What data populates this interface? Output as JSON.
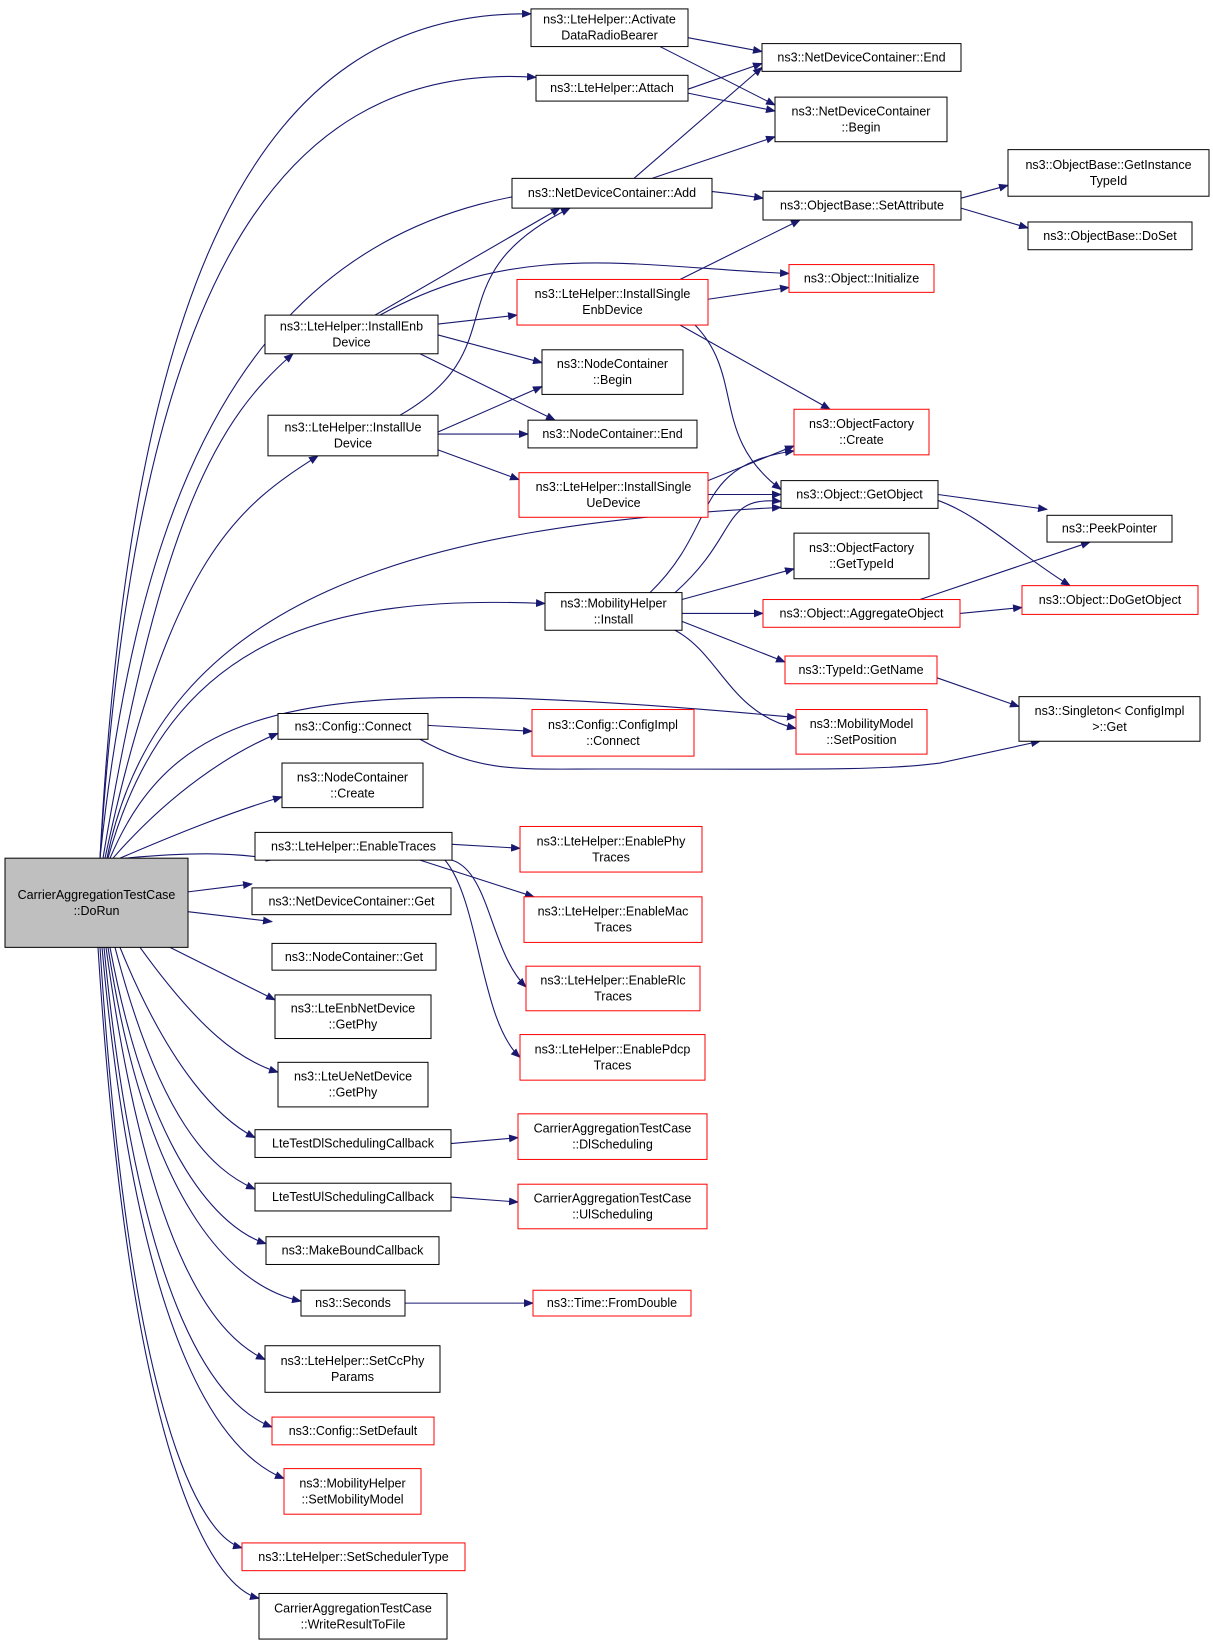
{
  "graph": {
    "colors": {
      "edge": "#191970",
      "root_fill": "#bfbfbf",
      "complete_border": "#000000",
      "incomplete_border": "#ff0000"
    },
    "nodes": [
      {
        "id": "root",
        "lines": [
          "CarrierAggregationTestCase",
          "::DoRun"
        ],
        "style": "root"
      },
      {
        "id": "activate",
        "lines": [
          "ns3::LteHelper::Activate",
          "DataRadioBearer"
        ],
        "style": "normal"
      },
      {
        "id": "attach",
        "lines": [
          "ns3::LteHelper::Attach"
        ],
        "style": "normal"
      },
      {
        "id": "ndc_end",
        "lines": [
          "ns3::NetDeviceContainer::End"
        ],
        "style": "normal"
      },
      {
        "id": "ndc_begin",
        "lines": [
          "ns3::NetDeviceContainer",
          "::Begin"
        ],
        "style": "normal"
      },
      {
        "id": "ndc_add",
        "lines": [
          "ns3::NetDeviceContainer::Add"
        ],
        "style": "normal"
      },
      {
        "id": "ob_setattr",
        "lines": [
          "ns3::ObjectBase::SetAttribute"
        ],
        "style": "normal"
      },
      {
        "id": "ob_getinst",
        "lines": [
          "ns3::ObjectBase::GetInstance",
          "TypeId"
        ],
        "style": "normal"
      },
      {
        "id": "ob_doset",
        "lines": [
          "ns3::ObjectBase::DoSet"
        ],
        "style": "normal"
      },
      {
        "id": "obj_init",
        "lines": [
          "ns3::Object::Initialize"
        ],
        "style": "incomplete"
      },
      {
        "id": "install_enb",
        "lines": [
          "ns3::LteHelper::InstallEnb",
          "Device"
        ],
        "style": "normal"
      },
      {
        "id": "install_single_enb",
        "lines": [
          "ns3::LteHelper::InstallSingle",
          "EnbDevice"
        ],
        "style": "incomplete"
      },
      {
        "id": "nc_begin",
        "lines": [
          "ns3::NodeContainer",
          "::Begin"
        ],
        "style": "normal"
      },
      {
        "id": "install_ue",
        "lines": [
          "ns3::LteHelper::InstallUe",
          "Device"
        ],
        "style": "normal"
      },
      {
        "id": "nc_end",
        "lines": [
          "ns3::NodeContainer::End"
        ],
        "style": "normal"
      },
      {
        "id": "of_create",
        "lines": [
          "ns3::ObjectFactory",
          "::Create"
        ],
        "style": "incomplete"
      },
      {
        "id": "install_single_ue",
        "lines": [
          "ns3::LteHelper::InstallSingle",
          "UeDevice"
        ],
        "style": "incomplete"
      },
      {
        "id": "obj_getobj",
        "lines": [
          "ns3::Object::GetObject"
        ],
        "style": "normal"
      },
      {
        "id": "peek",
        "lines": [
          "ns3::PeekPointer"
        ],
        "style": "normal"
      },
      {
        "id": "of_gettypeid",
        "lines": [
          "ns3::ObjectFactory",
          "::GetTypeId"
        ],
        "style": "normal"
      },
      {
        "id": "mob_install",
        "lines": [
          "ns3::MobilityHelper",
          "::Install"
        ],
        "style": "normal"
      },
      {
        "id": "obj_aggr",
        "lines": [
          "ns3::Object::AggregateObject"
        ],
        "style": "incomplete"
      },
      {
        "id": "obj_dogetobj",
        "lines": [
          "ns3::Object::DoGetObject"
        ],
        "style": "incomplete"
      },
      {
        "id": "typeid_getname",
        "lines": [
          "ns3::TypeId::GetName"
        ],
        "style": "incomplete"
      },
      {
        "id": "singleton",
        "lines": [
          "ns3::Singleton< ConfigImpl",
          ">::Get"
        ],
        "style": "normal"
      },
      {
        "id": "cfg_connect",
        "lines": [
          "ns3::Config::Connect"
        ],
        "style": "normal"
      },
      {
        "id": "cfgimpl_connect",
        "lines": [
          "ns3::Config::ConfigImpl",
          "::Connect"
        ],
        "style": "incomplete"
      },
      {
        "id": "mm_setpos",
        "lines": [
          "ns3::MobilityModel",
          "::SetPosition"
        ],
        "style": "incomplete"
      },
      {
        "id": "nc_create",
        "lines": [
          "ns3::NodeContainer",
          "::Create"
        ],
        "style": "normal"
      },
      {
        "id": "enable_traces",
        "lines": [
          "ns3::LteHelper::EnableTraces"
        ],
        "style": "normal"
      },
      {
        "id": "enable_phy",
        "lines": [
          "ns3::LteHelper::EnablePhy",
          "Traces"
        ],
        "style": "incomplete"
      },
      {
        "id": "enable_mac",
        "lines": [
          "ns3::LteHelper::EnableMac",
          "Traces"
        ],
        "style": "incomplete"
      },
      {
        "id": "enable_rlc",
        "lines": [
          "ns3::LteHelper::EnableRlc",
          "Traces"
        ],
        "style": "incomplete"
      },
      {
        "id": "enable_pdcp",
        "lines": [
          "ns3::LteHelper::EnablePdcp",
          "Traces"
        ],
        "style": "incomplete"
      },
      {
        "id": "ndc_get",
        "lines": [
          "ns3::NetDeviceContainer::Get"
        ],
        "style": "normal"
      },
      {
        "id": "nc_get",
        "lines": [
          "ns3::NodeContainer::Get"
        ],
        "style": "normal"
      },
      {
        "id": "enb_getphy",
        "lines": [
          "ns3::LteEnbNetDevice",
          "::GetPhy"
        ],
        "style": "normal"
      },
      {
        "id": "ue_getphy",
        "lines": [
          "ns3::LteUeNetDevice",
          "::GetPhy"
        ],
        "style": "normal"
      },
      {
        "id": "dl_cb",
        "lines": [
          "LteTestDlSchedulingCallback"
        ],
        "style": "normal"
      },
      {
        "id": "dl_sched",
        "lines": [
          "CarrierAggregationTestCase",
          "::DlScheduling"
        ],
        "style": "incomplete"
      },
      {
        "id": "ul_cb",
        "lines": [
          "LteTestUlSchedulingCallback"
        ],
        "style": "normal"
      },
      {
        "id": "ul_sched",
        "lines": [
          "CarrierAggregationTestCase",
          "::UlScheduling"
        ],
        "style": "incomplete"
      },
      {
        "id": "make_bound",
        "lines": [
          "ns3::MakeBoundCallback"
        ],
        "style": "normal"
      },
      {
        "id": "seconds",
        "lines": [
          "ns3::Seconds"
        ],
        "style": "normal"
      },
      {
        "id": "time_fromdouble",
        "lines": [
          "ns3::Time::FromDouble"
        ],
        "style": "incomplete"
      },
      {
        "id": "set_ccphy",
        "lines": [
          "ns3::LteHelper::SetCcPhy",
          "Params"
        ],
        "style": "normal"
      },
      {
        "id": "cfg_setdefault",
        "lines": [
          "ns3::Config::SetDefault"
        ],
        "style": "incomplete"
      },
      {
        "id": "set_mobmodel",
        "lines": [
          "ns3::MobilityHelper",
          "::SetMobilityModel"
        ],
        "style": "incomplete"
      },
      {
        "id": "set_sched_type",
        "lines": [
          "ns3::LteHelper::SetSchedulerType"
        ],
        "style": "incomplete"
      },
      {
        "id": "write_result",
        "lines": [
          "CarrierAggregationTestCase",
          "::WriteResultToFile"
        ],
        "style": "normal"
      }
    ]
  }
}
